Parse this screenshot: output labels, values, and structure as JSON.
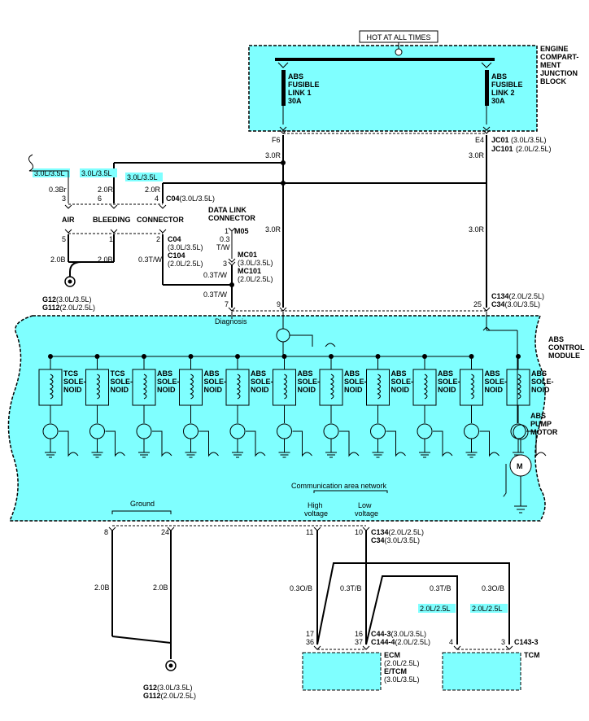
{
  "header": {
    "hot_label": "HOT AT ALL TIMES",
    "ejb_label": [
      "ENGINE",
      "COMPART-",
      "MENT",
      "JUNCTION",
      "BLOCK"
    ]
  },
  "fusible_links": [
    {
      "lines": [
        "ABS",
        "FUSIBLE",
        "LINK  1",
        "30A"
      ],
      "pin": "F6"
    },
    {
      "lines": [
        "ABS",
        "FUSIBLE",
        "LINK  2",
        "30A"
      ],
      "pin": "E4"
    }
  ],
  "connectors": {
    "jc01": "JC01",
    "jc01_spec": "(3.0L/3.5L)",
    "jc101": "JC101",
    "jc101_spec": "(2.0L/2.5L)",
    "c04": "C04",
    "c04_spec": "(3.0L/3.5L)",
    "c104": "C104",
    "c104_spec": "(2.0L/2.5L)",
    "m05": "M05",
    "mc01": "MC01",
    "mc01_spec": "(3.0L/3.5L)",
    "mc101": "MC101",
    "mc101_spec": "(2.0L/2.5L)",
    "c134": "C134",
    "c134_spec": "(2.0L/2.5L)",
    "c34": "C34",
    "c34_spec": "(3.0L/3.5L)",
    "c44": "C44-3",
    "c44_spec": "(3.0L/3.5L)",
    "c144": "C144-4",
    "c144_spec": "(2.0L/2.5L)",
    "c143": "C143-3"
  },
  "highlights": [
    "3.0L/3.5L",
    "3.0L/3.5L",
    "3.0L/3.5L",
    "2.0L/2.5L",
    "2.0L/2.5L"
  ],
  "air_bleeding": {
    "label": [
      "AIR",
      "BLEEDING",
      "CONNECTOR"
    ],
    "pins_top": [
      "3",
      "6",
      "4"
    ],
    "pins_bottom": [
      "5",
      "1",
      "2"
    ],
    "wires": [
      "0.3Br",
      "2.0R",
      "2.0R",
      "2.0B",
      "2.0B",
      "0.3T/W"
    ]
  },
  "data_link": {
    "label": [
      "DATA  LINK",
      "CONNECTOR"
    ],
    "pin1": "1",
    "pin3": "3",
    "wire": "0.3",
    "wire2": "T/W",
    "wire3": "0.3T/W",
    "wire4": "0.3T/W"
  },
  "grounds": {
    "g12": "G12",
    "g12_spec": "(3.0L/3.5L)",
    "g112": "G112",
    "g112_spec": "(2.0L/2.5L)"
  },
  "wire_labels": {
    "r1": "3.0R",
    "r2": "3.0R",
    "r3": "3.0R",
    "r4": "3.0R",
    "b1": "2.0B",
    "b2": "2.0B",
    "ob1": "0.3O/B",
    "tb1": "0.3T/B",
    "tb2": "0.3T/B",
    "ob2": "0.3O/B"
  },
  "module": {
    "title": [
      "ABS",
      "CONTROL",
      "MODULE"
    ],
    "pins_top": [
      "7",
      "9",
      "25"
    ],
    "pins_bottom": [
      "8",
      "24",
      "11",
      "10"
    ],
    "diagnosis": "Diagnosis",
    "ground": "Ground",
    "can": "Communication area network",
    "high": [
      "High",
      "voltage"
    ],
    "low": [
      "Low",
      "voltage"
    ],
    "pump": [
      "ABS",
      "PUMP",
      "MOTOR"
    ],
    "motor_symbol": "M",
    "solenoids": [
      [
        "TCS",
        "SOLE-",
        "NOID"
      ],
      [
        "TCS",
        "SOLE-",
        "NOID"
      ],
      [
        "ABS",
        "SOLE-",
        "NOID"
      ],
      [
        "ABS",
        "SOLE-",
        "NOID"
      ],
      [
        "ABS",
        "SOLE-",
        "NOID"
      ],
      [
        "ABS",
        "SOLE-",
        "NOID"
      ],
      [
        "ABS",
        "SOLE-",
        "NOID"
      ],
      [
        "ABS",
        "SOLE-",
        "NOID"
      ],
      [
        "ABS",
        "SOLE-",
        "NOID"
      ],
      [
        "ABS",
        "SOLE-",
        "NOID"
      ],
      [
        "ABS",
        "SOLE-",
        "NOID"
      ]
    ]
  },
  "ecm": {
    "label": "ECM",
    "spec": "(2.0L/2.5L)",
    "label2": "E/TCM",
    "spec2": "(3.0L/3.5L)",
    "pins": [
      "17",
      "36",
      "16",
      "37"
    ]
  },
  "tcm": {
    "label": "TCM",
    "pins": [
      "4",
      "3"
    ]
  }
}
